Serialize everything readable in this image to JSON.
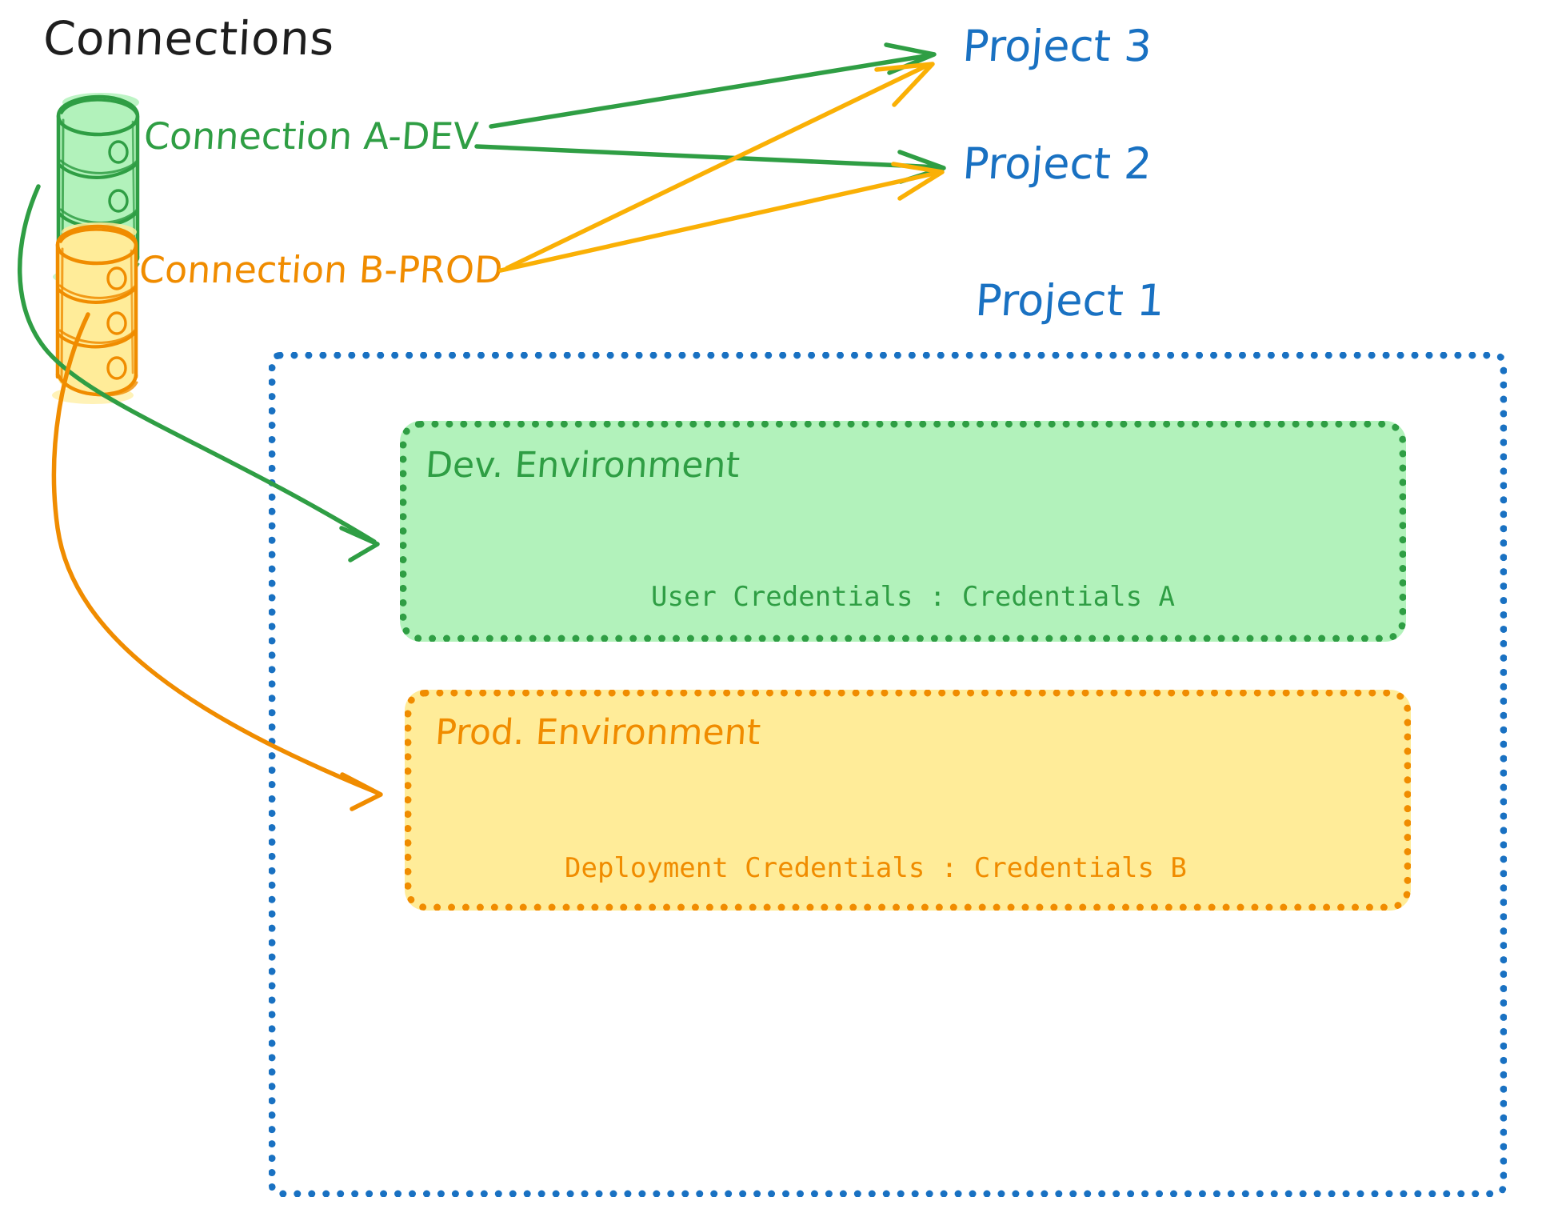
{
  "diagram": {
    "type": "architecture-sketch",
    "style": "hand-drawn whiteboard",
    "title": "Connections",
    "background": "#ffffff"
  },
  "colors": {
    "green_stroke": "#2f9e44",
    "green_fill": "#b2f2bb",
    "orange_stroke": "#f08c00",
    "orange_fill": "#ffec99",
    "blue_stroke": "#1971c2",
    "title_black": "#1e1e1e"
  },
  "connections": {
    "section_title": "Connections",
    "items": [
      {
        "id": "conn-a",
        "label": "Connection A-DEV",
        "icon": "database-cylinder-icon",
        "color": "#2f9e44",
        "fill": "#b2f2bb"
      },
      {
        "id": "conn-b",
        "label": "Connection B-PROD",
        "icon": "database-cylinder-icon",
        "color": "#f08c00",
        "fill": "#ffec99"
      }
    ]
  },
  "projects": [
    {
      "id": "project-3",
      "label": "Project 3",
      "color": "#1971c2"
    },
    {
      "id": "project-2",
      "label": "Project 2",
      "color": "#1971c2"
    },
    {
      "id": "project-1",
      "label": "Project 1",
      "color": "#1971c2"
    }
  ],
  "project1": {
    "label": "Project 1",
    "border_style": "dotted",
    "border_color": "#1971c2",
    "environments": [
      {
        "id": "dev-environment",
        "label": "Dev. Environment",
        "credential_key": "User Credentials",
        "credential_separator": ":",
        "credential_value": "Credentials A",
        "credential_line": "User Credentials : Credentials A",
        "stroke": "#2f9e44",
        "fill": "#b2f2bb"
      },
      {
        "id": "prod-environment",
        "label": "Prod. Environment",
        "credential_key": "Deployment Credentials",
        "credential_separator": ":",
        "credential_value": "Credentials B",
        "credential_line": "Deployment Credentials : Credentials B",
        "stroke": "#f08c00",
        "fill": "#ffec99"
      }
    ]
  },
  "edges": [
    {
      "id": "edge-a-to-project3",
      "from": "Connection A-DEV",
      "to": "Project 3",
      "color": "#2f9e44",
      "shape": "straight-arrow"
    },
    {
      "id": "edge-a-to-project2",
      "from": "Connection A-DEV",
      "to": "Project 2",
      "color": "#2f9e44",
      "shape": "straight-arrow"
    },
    {
      "id": "edge-b-to-project3",
      "from": "Connection B-PROD",
      "to": "Project 3",
      "color": "#f08c00",
      "shape": "straight-arrow"
    },
    {
      "id": "edge-b-to-project2",
      "from": "Connection B-PROD",
      "to": "Project 2",
      "color": "#f08c00",
      "shape": "straight-arrow"
    },
    {
      "id": "edge-a-to-dev-environment",
      "from": "Connection A-DEV",
      "to": "Dev. Environment",
      "color": "#2f9e44",
      "shape": "curved-arrow"
    },
    {
      "id": "edge-b-to-prod-environment",
      "from": "Connection B-PROD",
      "to": "Prod. Environment",
      "color": "#f08c00",
      "shape": "curved-arrow"
    }
  ]
}
